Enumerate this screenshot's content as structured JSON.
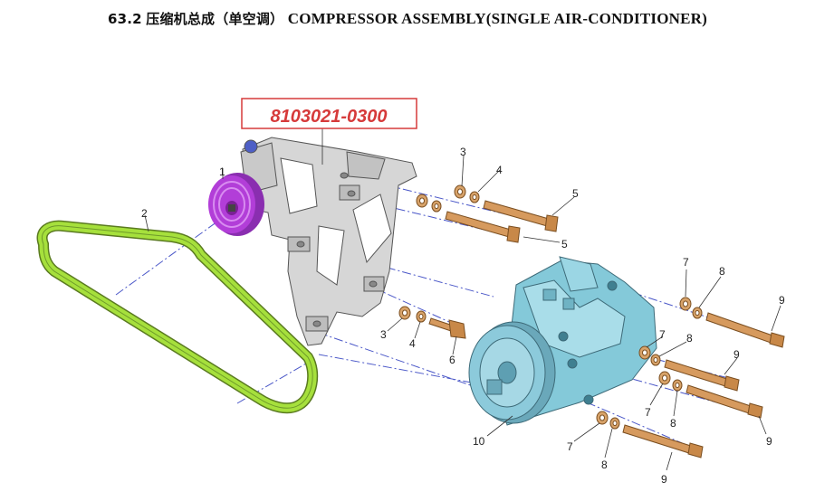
{
  "header": {
    "section": "63.2",
    "title_cn": "压缩机总成（单空调）",
    "title_en": "COMPRESSOR ASSEMBLY(SINGLE AIR-CONDITIONER)"
  },
  "part_number": "8103021-0300",
  "colors": {
    "belt": "#a6e03c",
    "pulley": "#b23ed8",
    "bracket": "#d6d6d6",
    "compressor": "#84c9d9",
    "bolt": "#d69a5e",
    "washer": "#d8a36a",
    "part_number_box": "#d63a3a",
    "centerline": "#4a57c8"
  },
  "callouts": {
    "c1": "1",
    "c2": "2",
    "c3a": "3",
    "c4a": "4",
    "c5a": "5",
    "c5b": "5",
    "c3b": "3",
    "c4b": "4",
    "c6": "6",
    "c7a": "7",
    "c8a": "8",
    "c9a": "9",
    "c7b": "7",
    "c8b": "8",
    "c9b": "9",
    "c7c": "7",
    "c8c": "8",
    "c9c": "9",
    "c7d": "7",
    "c8d": "8",
    "c9d": "9",
    "c10": "10"
  }
}
